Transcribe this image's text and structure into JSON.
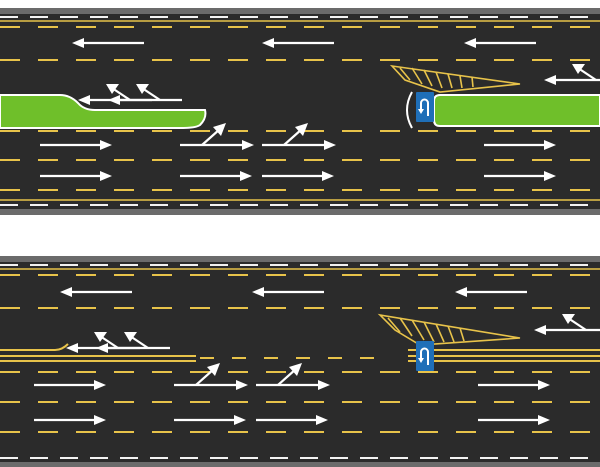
{
  "colors": {
    "background": "#ffffff",
    "asphalt": "#2b2b2b",
    "shoulder": "#6b6b6b",
    "edge_line": "#f2f2f2",
    "lane_dash": "#e8c34a",
    "center_line": "#e8c34a",
    "median_fill": "#6fbf2a",
    "median_outline": "#ffffff",
    "arrow": "#ffffff",
    "sign_blue": "#1f6fb8",
    "sign_symbol": "#ffffff",
    "hatch": "#e8c34a"
  },
  "icons": {
    "straight_arrow": "arrow-straight-icon",
    "turn_left_arrow": "arrow-turn-left-icon",
    "u_turn_sign": "u-turn-sign-icon"
  },
  "scenes": [
    {
      "name": "road-scene-top",
      "median": "green-median"
    },
    {
      "name": "road-scene-bottom",
      "median": "double-yellow-line"
    }
  ]
}
